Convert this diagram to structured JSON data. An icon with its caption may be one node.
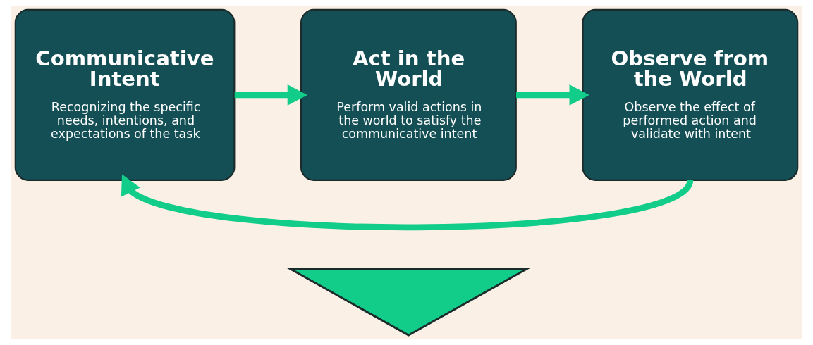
{
  "diagram": {
    "nodes": [
      {
        "text": [
          "Communicative Intent",
          "Recognizing the specific needs, intentions, and expectations of the task"
        ]
      },
      {
        "text": [
          "Act in the World",
          "Perform valid actions in the world to satisfy the communicative intent"
        ]
      },
      {
        "text": [
          "Observe from the World",
          "Observe the effect of performed action and validate with intent"
        ]
      },
      {
        "text": [],
        "shape": "triangle"
      }
    ],
    "edges": [
      {
        "from": 0,
        "to": 1,
        "arrow": "to"
      },
      {
        "from": 1,
        "to": 2,
        "arrow": "to"
      },
      {
        "from": 2,
        "to": 0,
        "arrow": "to"
      }
    ]
  }
}
